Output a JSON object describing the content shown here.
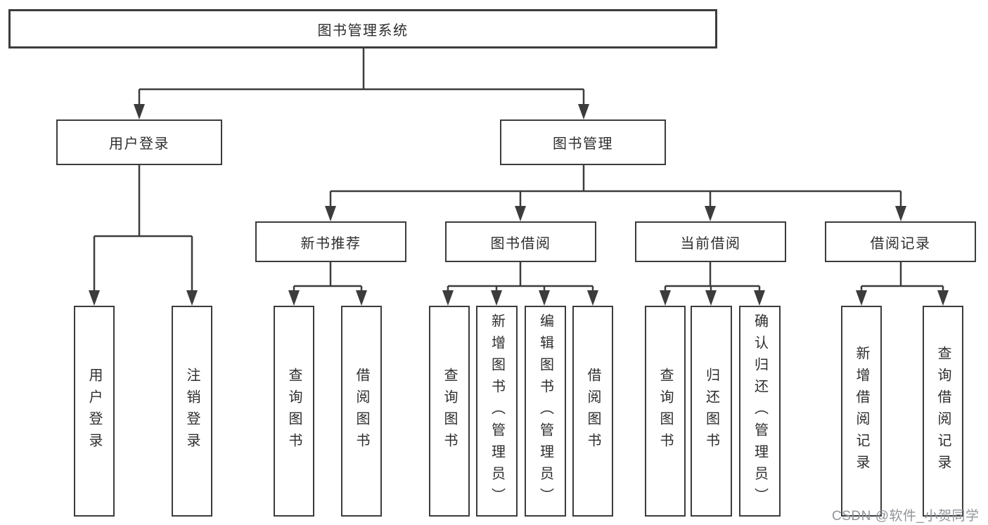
{
  "colors": {
    "line": "#3c3c3c",
    "box_border": "#3c3c3c",
    "text": "#2e2e2e",
    "watermark": "#8f9499",
    "background": "#ffffff"
  },
  "watermark": "CSDN @软件_小贺同学",
  "tree": {
    "root": {
      "label": "图书管理系统",
      "children": [
        {
          "label": "用户登录",
          "children": [
            {
              "label": "用户登录"
            },
            {
              "label": "注销登录"
            }
          ]
        },
        {
          "label": "图书管理",
          "children": [
            {
              "label": "新书推荐",
              "children": [
                {
                  "label": "查询图书"
                },
                {
                  "label": "借阅图书"
                }
              ]
            },
            {
              "label": "图书借阅",
              "children": [
                {
                  "label": "查询图书"
                },
                {
                  "label": "新增图书（管理员）"
                },
                {
                  "label": "编辑图书（管理员）"
                },
                {
                  "label": "借阅图书"
                }
              ]
            },
            {
              "label": "当前借阅",
              "children": [
                {
                  "label": "查询图书"
                },
                {
                  "label": "归还图书"
                },
                {
                  "label": "确认归还（管理员）"
                }
              ]
            },
            {
              "label": "借阅记录",
              "children": [
                {
                  "label": "新增借阅记录"
                },
                {
                  "label": "查询借阅记录"
                }
              ]
            }
          ]
        }
      ]
    }
  }
}
